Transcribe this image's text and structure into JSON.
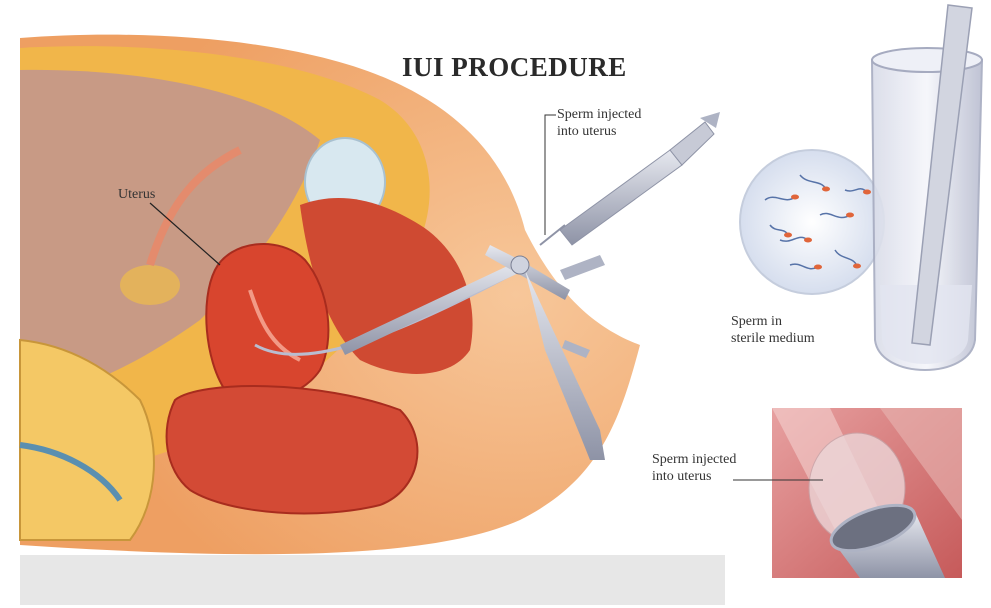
{
  "title": "IUI PROCEDURE",
  "labels": {
    "uterus": "Uterus",
    "syringe": [
      "Sperm injected",
      "into uterus"
    ],
    "medium": [
      "Sperm in",
      "sterile medium"
    ],
    "inset": [
      "Sperm injected",
      "into uterus"
    ]
  },
  "colors": {
    "tissue_orange": "#f0b340",
    "uterus_red": "#d8452e",
    "skin": "#f3b27a",
    "background": "#ffffff"
  }
}
